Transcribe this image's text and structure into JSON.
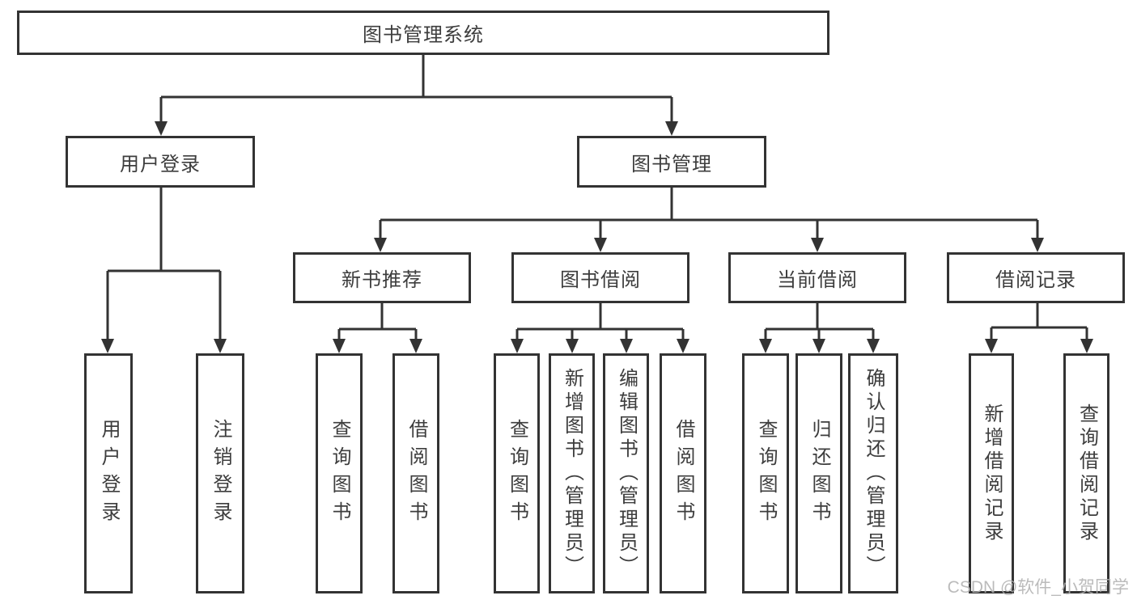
{
  "diagram": {
    "root": {
      "label": "图书管理系统"
    },
    "level2": [
      {
        "label": "用户登录"
      },
      {
        "label": "图书管理"
      }
    ],
    "level3": [
      {
        "label": "新书推荐"
      },
      {
        "label": "图书借阅"
      },
      {
        "label": "当前借阅"
      },
      {
        "label": "借阅记录"
      }
    ],
    "leaves": {
      "user_login": [
        {
          "label": "用户登录"
        },
        {
          "label": "注销登录"
        }
      ],
      "new_book": [
        {
          "label": "查询图书"
        },
        {
          "label": "借阅图书"
        }
      ],
      "book_borrow": [
        {
          "label": "查询图书"
        },
        {
          "label": "新增图书（管理员）"
        },
        {
          "label": "编辑图书（管理员）"
        },
        {
          "label": "借阅图书"
        }
      ],
      "current_borrow": [
        {
          "label": "查询图书"
        },
        {
          "label": "归还图书"
        },
        {
          "label": "确认归还（管理员）"
        }
      ],
      "borrow_records": [
        {
          "label": "新增借阅记录"
        },
        {
          "label": "查询借阅记录"
        }
      ]
    }
  },
  "watermark": {
    "text": "CSDN @软件_小贺同学"
  },
  "colors": {
    "line": "#333333",
    "text": "#3d3d3d",
    "background": "#ffffff",
    "watermark": "#b0b0b0"
  }
}
